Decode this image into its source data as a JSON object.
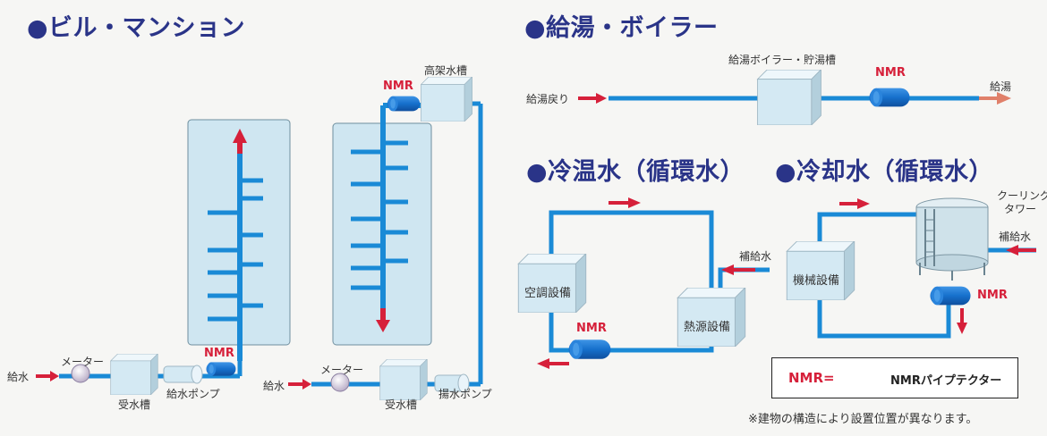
{
  "sections": {
    "building": "●ビル・マンション",
    "boiler": "●給湯・ボイラー",
    "chilled": "●冷温水（循環水）",
    "cooling": "●冷却水（循環水）"
  },
  "building_a": {
    "supply_in": "給水",
    "meter": "メーター",
    "receiving_tank": "受水槽",
    "supply_pump": "給水ポンプ",
    "nmr": "NMR"
  },
  "building_b": {
    "supply_in": "給水",
    "meter": "メーター",
    "receiving_tank": "受水槽",
    "lift_pump": "揚水ポンプ",
    "elevated_tank": "高架水槽",
    "nmr": "NMR"
  },
  "boiler": {
    "return": "給湯戻り",
    "unit": "給湯ボイラー・貯湯槽",
    "nmr": "NMR",
    "supply_out": "給湯"
  },
  "chilled": {
    "air_conditioner": "空調設備",
    "heat_source": "熱源設備",
    "makeup": "補給水",
    "nmr": "NMR"
  },
  "cooling": {
    "machinery": "機械設備",
    "tower_line1": "クーリング",
    "tower_line2": "タワー",
    "makeup": "補給水",
    "nmr": "NMR"
  },
  "legend": {
    "key": "NMR=",
    "desc": "NMRパイプテクター"
  },
  "note": "※建物の構造により設置位置が異なります。",
  "colors": {
    "heading": "#2a3488",
    "pipe": "#1a8ad6",
    "arrow": "#d6203a",
    "device": "#1670cc",
    "panel": "#cfe6f1",
    "box": "#d4e9f3"
  }
}
